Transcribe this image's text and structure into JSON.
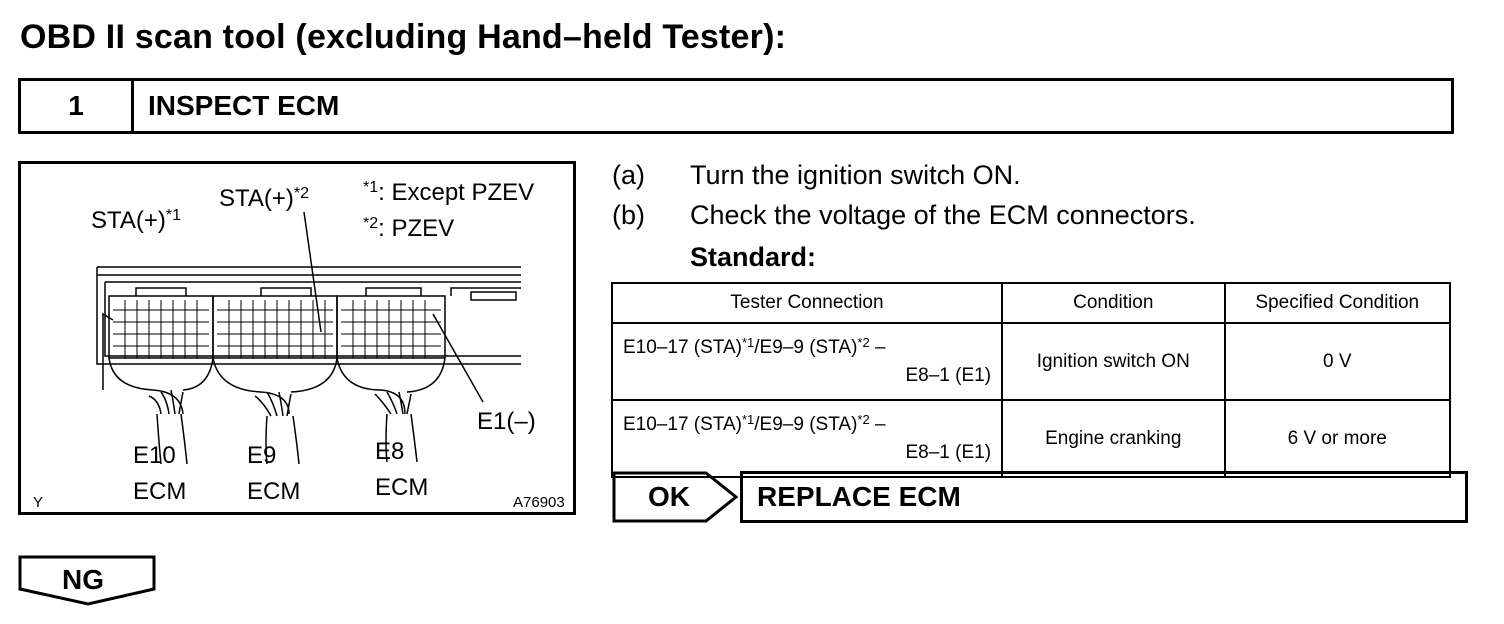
{
  "title": "OBD II scan tool (excluding Hand–held Tester):",
  "step": {
    "number": "1",
    "title": "INSPECT ECM"
  },
  "figure": {
    "sta1_label": "STA(+)",
    "sta1_mark": "*1",
    "sta2_label": "STA(+)",
    "sta2_mark": "*2",
    "legend1_mark": "*1",
    "legend1_text": ": Except PZEV",
    "legend2_mark": "*2",
    "legend2_text": ": PZEV",
    "e1_label": "E1(–)",
    "e10": "E10",
    "e9": "E9",
    "e8": "E8",
    "ecm": "ECM",
    "corner_code": "Y",
    "figure_id": "A76903"
  },
  "instructions": [
    {
      "key": "(a)",
      "text": "Turn the ignition switch ON."
    },
    {
      "key": "(b)",
      "text": "Check the voltage of the ECM connectors."
    }
  ],
  "standard_label": "Standard:",
  "spec_table": {
    "headers": [
      "Tester Connection",
      "Condition",
      "Specified Condition"
    ],
    "rows": [
      {
        "conn_a": "E10–17 (STA)",
        "mark_a": "*1",
        "conn_b": "/E9–9 (STA)",
        "mark_b": "*2",
        "conn_c": " –",
        "conn_line2": "E8–1 (E1)",
        "condition": "Ignition switch ON",
        "specified": "0 V"
      },
      {
        "conn_a": "E10–17 (STA)",
        "mark_a": "*1",
        "conn_b": "/E9–9 (STA)",
        "mark_b": "*2",
        "conn_c": " –",
        "conn_line2": "E8–1 (E1)",
        "condition": "Engine cranking",
        "specified": "6 V or more"
      }
    ]
  },
  "ok": {
    "label": "OK",
    "action": "REPLACE ECM"
  },
  "ng": {
    "label": "NG"
  }
}
